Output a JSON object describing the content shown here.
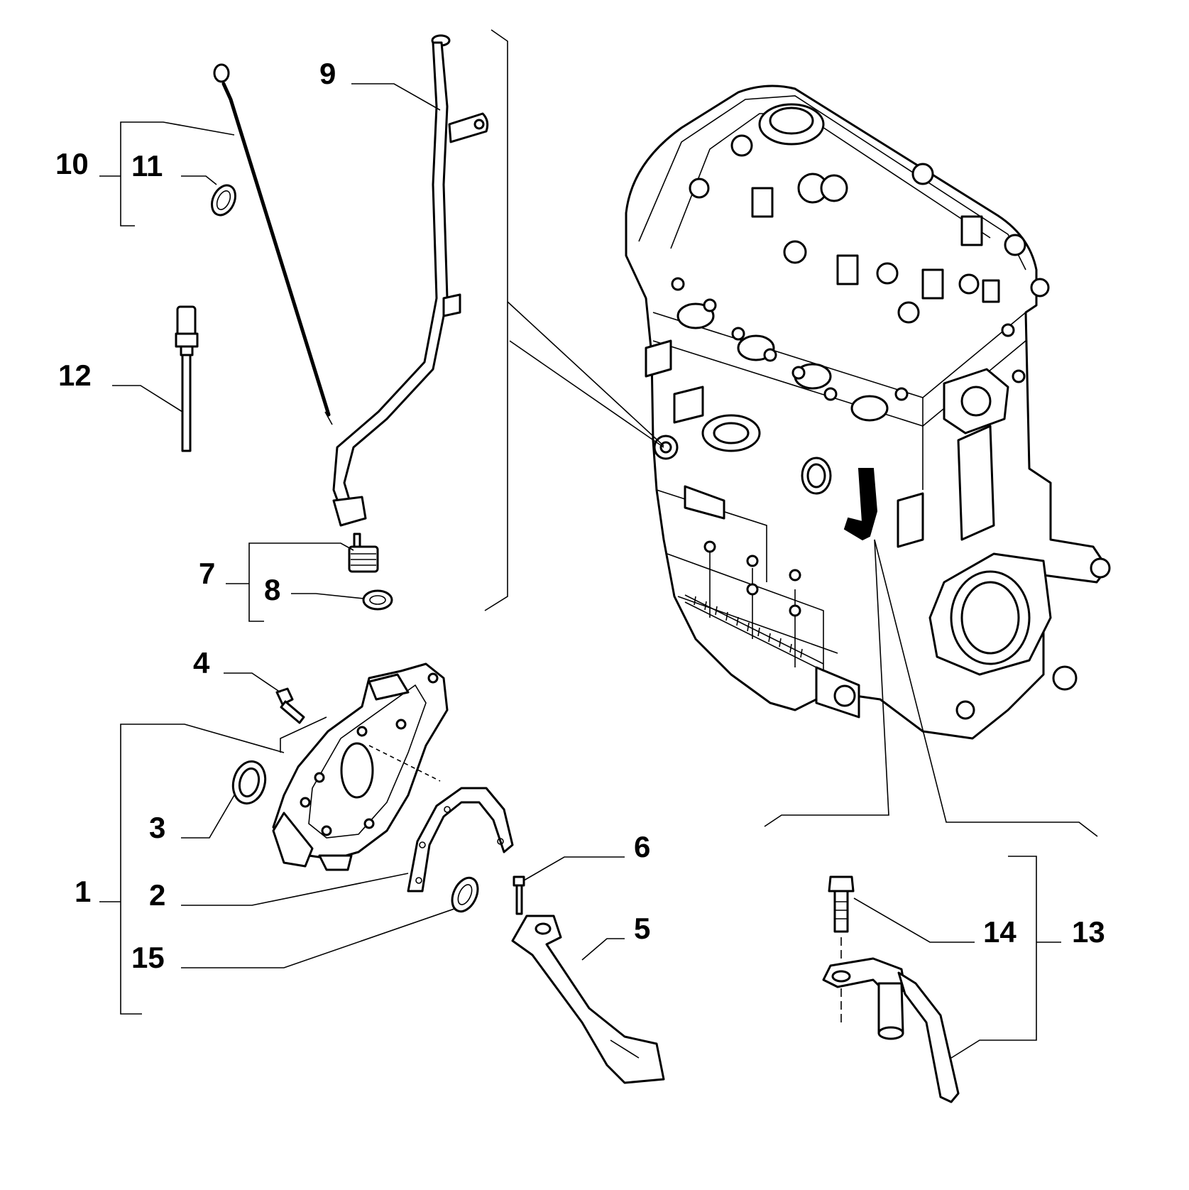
{
  "callouts": [
    {
      "id": "c1",
      "text": "1"
    },
    {
      "id": "c2",
      "text": "2"
    },
    {
      "id": "c3",
      "text": "3"
    },
    {
      "id": "c4",
      "text": "4"
    },
    {
      "id": "c5",
      "text": "5"
    },
    {
      "id": "c6",
      "text": "6"
    },
    {
      "id": "c7",
      "text": "7"
    },
    {
      "id": "c8",
      "text": "8"
    },
    {
      "id": "c9",
      "text": "9"
    },
    {
      "id": "c10",
      "text": "10"
    },
    {
      "id": "c11",
      "text": "11"
    },
    {
      "id": "c12",
      "text": "12"
    },
    {
      "id": "c13",
      "text": "13"
    },
    {
      "id": "c14",
      "text": "14"
    },
    {
      "id": "c15",
      "text": "15"
    }
  ],
  "colors": {
    "ink": "#000000",
    "paper": "#ffffff"
  }
}
